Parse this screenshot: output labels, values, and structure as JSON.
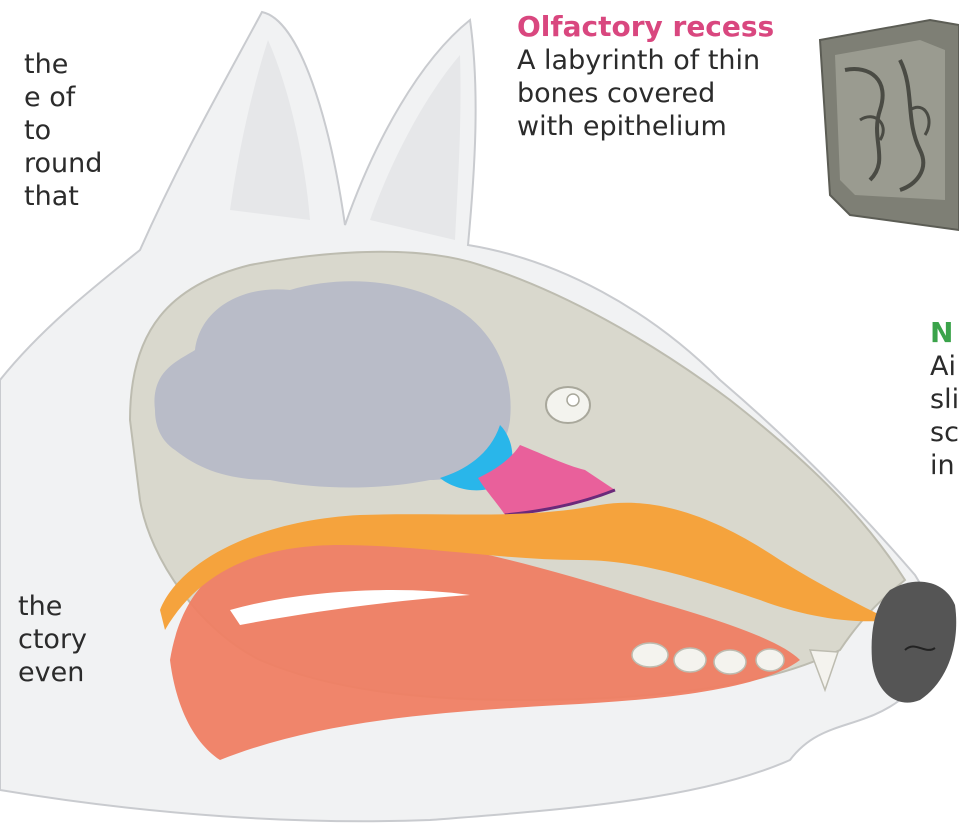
{
  "left_text_top": [
    "the",
    "e of",
    "to",
    "round",
    "that"
  ],
  "left_text_bottom": [
    "the",
    "ctory",
    "even"
  ],
  "olfactory_recess": {
    "title": "Olfactory recess",
    "lines": [
      "A labyrinth of thin",
      "bones covered",
      "with epithelium"
    ]
  },
  "right_callout": {
    "title": "N",
    "lines": [
      "Ai",
      "sli",
      "sc",
      "in"
    ]
  },
  "colors": {
    "skin": "#f1f2f3",
    "skull": "#d9d8cd",
    "brain": "#b9bcc8",
    "olfactory_bulb": "#29b6ea",
    "olfactory_recess": "#e9609b",
    "nasal_passage": "#f5a33d",
    "mouth_tissue": "#ef7e63",
    "nose": "#555555"
  }
}
